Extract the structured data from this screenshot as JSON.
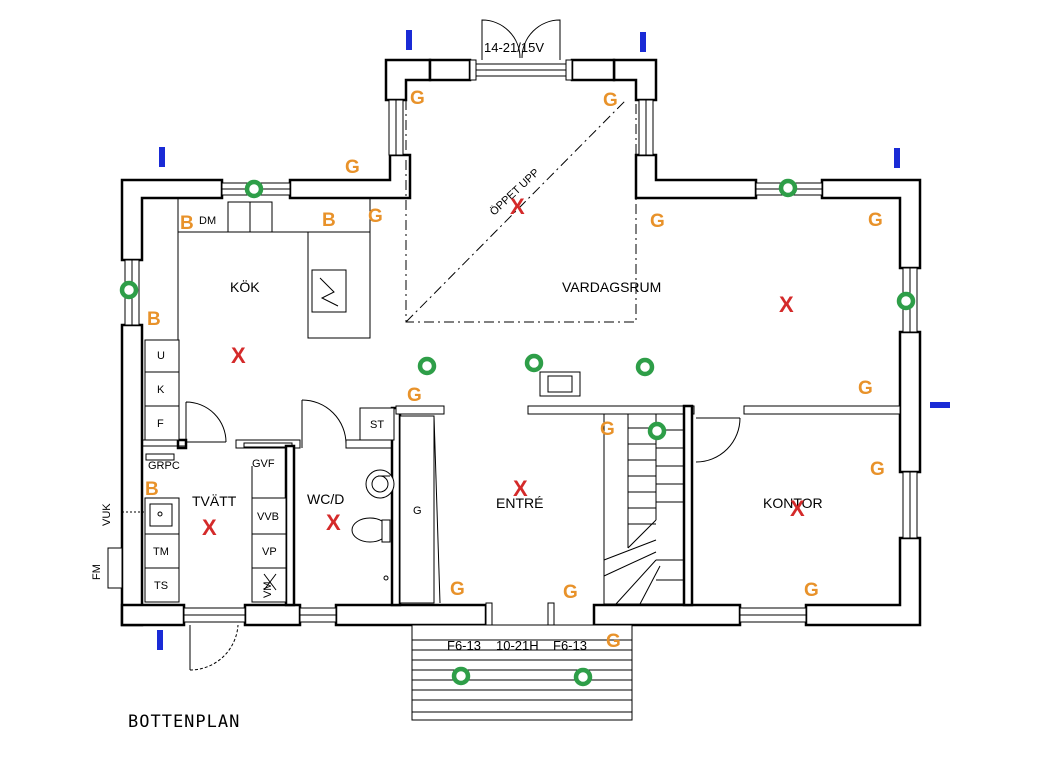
{
  "title": "BOTTENPLAN",
  "rooms": [
    {
      "id": "kok",
      "label": "KÖK"
    },
    {
      "id": "vardagsrum",
      "label": "VARDAGSRUM"
    },
    {
      "id": "tvatt",
      "label": "TVÄTT"
    },
    {
      "id": "wcd",
      "label": "WC/D"
    },
    {
      "id": "entre",
      "label": "ENTRÉ"
    },
    {
      "id": "kontor",
      "label": "KONTOR"
    }
  ],
  "fixtures": {
    "dm": "DM",
    "u": "U",
    "k": "K",
    "f": "F",
    "grpc": "GRPC",
    "gvf": "GVF",
    "st": "ST",
    "g_closet": "G",
    "vvb": "VVB",
    "vp": "VP",
    "tm": "TM",
    "ts": "TS",
    "vm": "VM",
    "vuk": "VUK",
    "fm": "FM"
  },
  "annotations": {
    "door_top": "14-21/15V",
    "oppet_upp": "ÖPPET UPP",
    "f6_left": "F6-13",
    "door_bottom": "10-21H",
    "f6_right": "F6-13"
  },
  "marker_glyphs": {
    "g": "G",
    "b": "B",
    "x": "X"
  },
  "marker_colors": {
    "g": "#E8922A",
    "b": "#E8922A",
    "x": "#D42A2A",
    "o_ring": "#2E9E48",
    "blue_bar": "#1A2BD6"
  }
}
